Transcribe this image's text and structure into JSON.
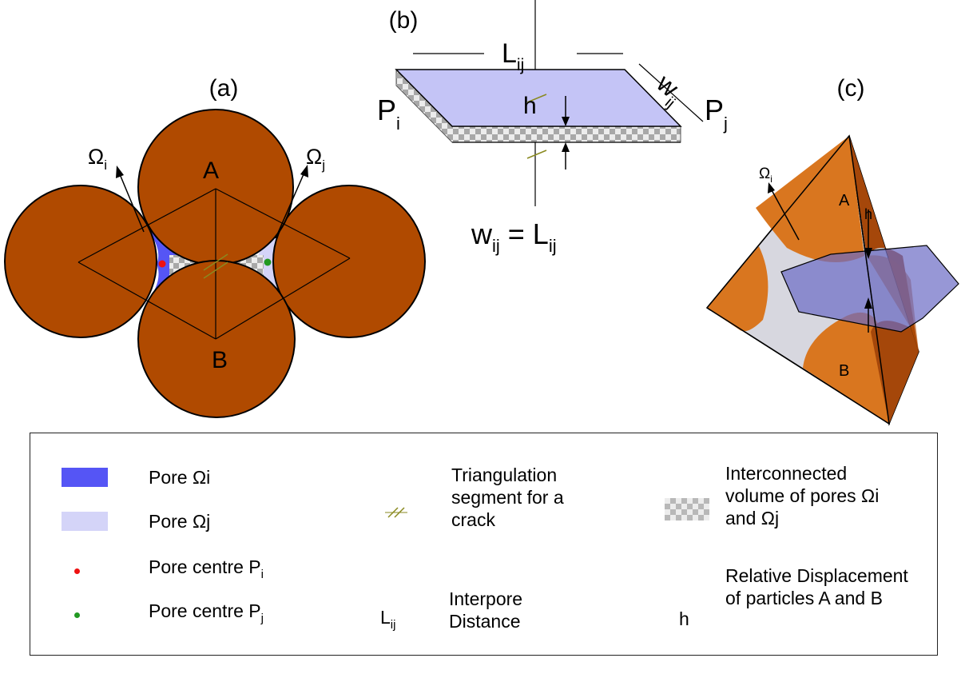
{
  "panels": {
    "a": {
      "label": "(a)",
      "particle_a": "A",
      "particle_b": "B",
      "omega_i": "Ω",
      "omega_i_sub": "i",
      "omega_j": "Ω",
      "omega_j_sub": "j"
    },
    "b": {
      "label": "(b)",
      "L": "L",
      "L_sub": "ij",
      "w": "w",
      "w_sub": "ij",
      "h": "h",
      "Pi": "P",
      "Pi_sub": "i",
      "Pj": "P",
      "Pj_sub": "j",
      "eq_w": "w",
      "eq_w_sub": "ij",
      "eq_mid": " = L",
      "eq_L_sub": "ij"
    },
    "c": {
      "label": "(c)",
      "omega_i": "Ω",
      "omega_i_sub": "i",
      "A": "A",
      "B": "B",
      "h": "h"
    }
  },
  "legend": {
    "pore_i": "Pore Ωi",
    "pore_j": "Pore Ωj",
    "pore_centre_i": "Pore centre P",
    "pore_centre_i_sub": "i",
    "pore_centre_j": "Pore centre P",
    "pore_centre_j_sub": "j",
    "triangulation": "Triangulation segment for a crack",
    "lij_symbol": "L",
    "lij_symbol_sub": "ij",
    "interpore": "Interpore Distance",
    "interconnected": "Interconnected volume of pores Ωi and Ωj",
    "h_symbol": "h",
    "relative_disp": "Relative Displacement of particles A and B"
  },
  "colors": {
    "particle": "#b04a00",
    "particle_light": "#d9761f",
    "pore_i": "#5555f5",
    "pore_j": "#d4d4f8",
    "centre_i": "#ee1111",
    "centre_j": "#229922",
    "crack": "#8a8a20",
    "plane": "#6b6bc4"
  }
}
